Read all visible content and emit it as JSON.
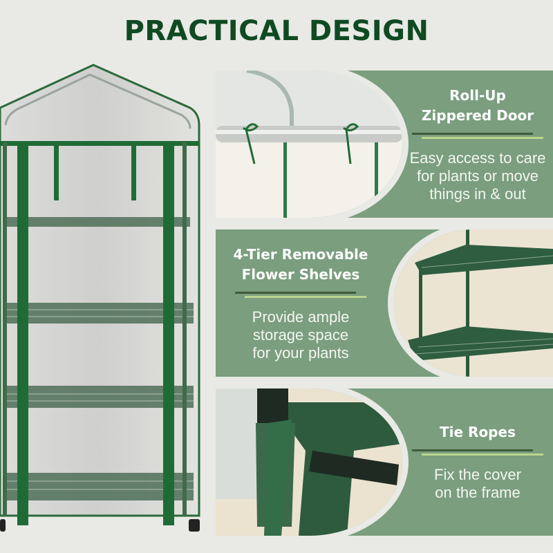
{
  "title": "PRACTICAL DESIGN",
  "colors": {
    "background": "#e9e9e5",
    "title": "#0f4a22",
    "panel": "#7a9e7e",
    "rule_dark": "#3f5a3a",
    "rule_light": "#b9d58e",
    "frame_green": "#1f6b35"
  },
  "product_image": {
    "alt": "Clear PVC mini greenhouse with green frame and 4 wire shelves"
  },
  "features": [
    {
      "heading_line1": "Roll-Up",
      "heading_line2": "Zippered Door",
      "desc_line1": "Easy access to care",
      "desc_line2": "for plants or move",
      "desc_line3": "things in & out",
      "photo_alt": "Rolled-up door tied with green ribbons"
    },
    {
      "heading_line1": "4-Tier Removable",
      "heading_line2": "Flower Shelves",
      "desc_line1": "Provide ample",
      "desc_line2": "storage space",
      "desc_line3": "for your plants",
      "photo_alt": "Green wire mesh shelves"
    },
    {
      "heading_line1": "Tie Ropes",
      "heading_line2": "",
      "desc_line1": "Fix the cover",
      "desc_line2": "on the frame",
      "desc_line3": "",
      "photo_alt": "Green strap tied around frame pole"
    }
  ]
}
